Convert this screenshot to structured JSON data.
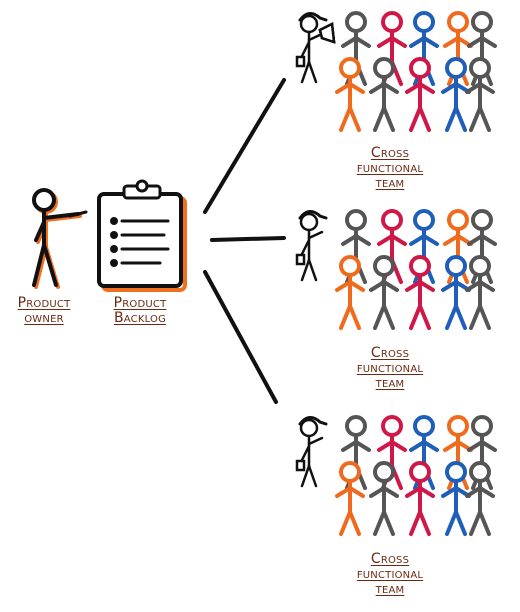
{
  "product_owner": {
    "line1": "Product",
    "line2": "owner"
  },
  "product_backlog": {
    "line1": "Product",
    "line2": "Backlog"
  },
  "teams": [
    {
      "line1": "Cross",
      "line2": "functional",
      "line3": "team"
    },
    {
      "line1": "Cross",
      "line2": "functional",
      "line3": "team"
    },
    {
      "line1": "Cross",
      "line2": "functional",
      "line3": "team"
    }
  ],
  "colors": {
    "label": "#6b2a12",
    "ink": "#111111",
    "accent_orange": "#f07020",
    "team_grey": "#555555",
    "team_red": "#d01848",
    "team_blue": "#1f5fb8",
    "team_orange": "#f06a1e"
  }
}
